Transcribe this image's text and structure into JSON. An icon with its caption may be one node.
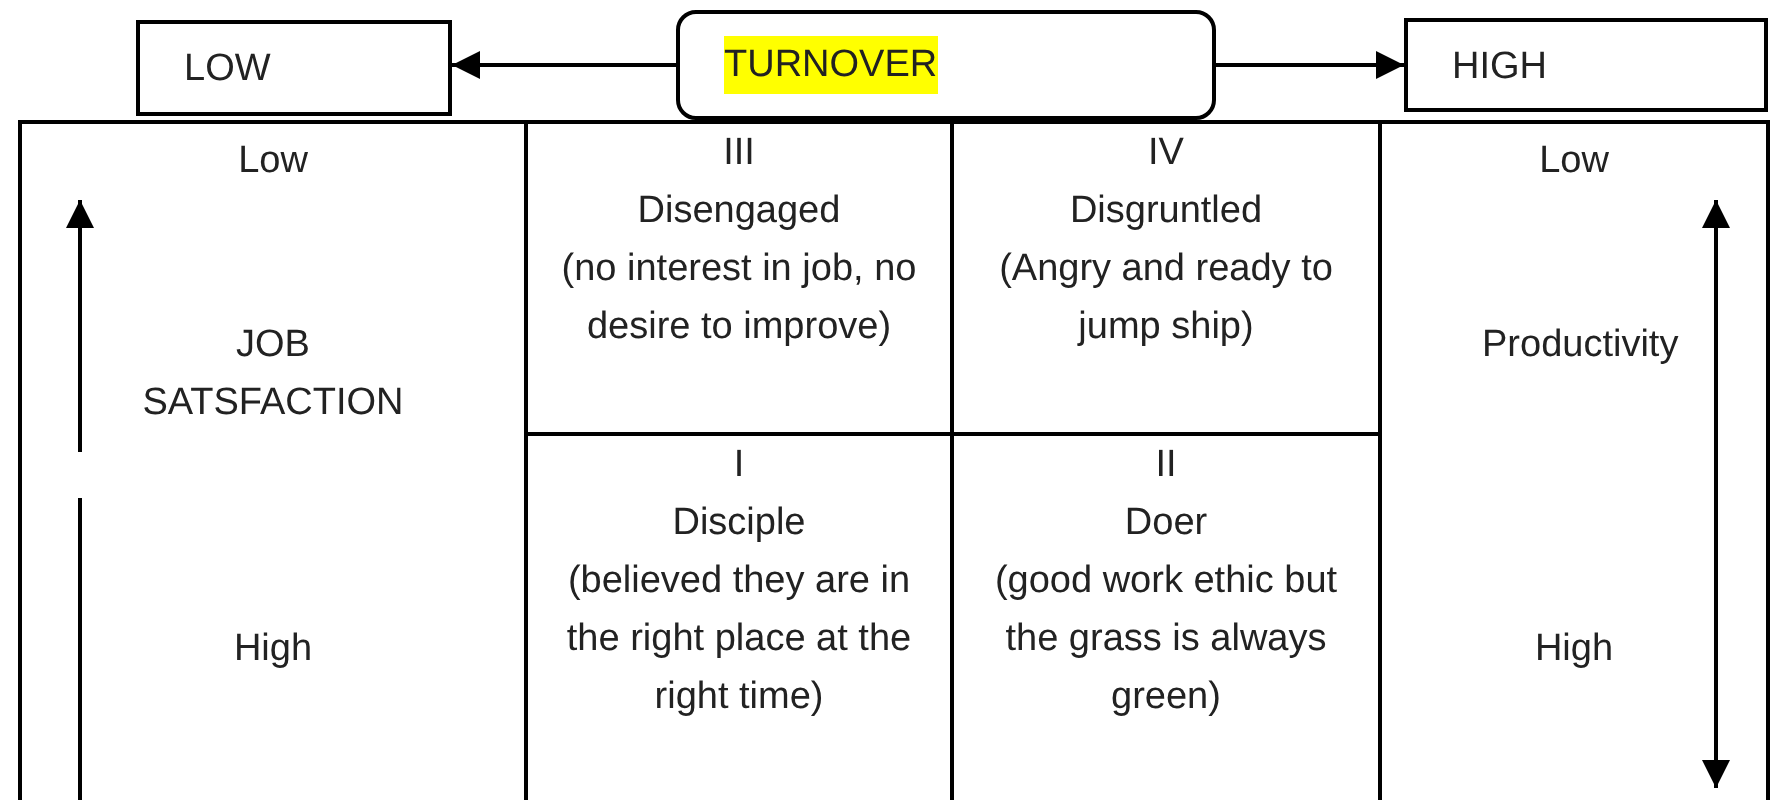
{
  "diagram": {
    "nodes": [
      {
        "text": [
          "LOW"
        ]
      },
      {
        "text": [
          "TURNOVER"
        ]
      },
      {
        "text": [
          "HIGH"
        ]
      },
      {
        "text": [
          "Low",
          "JOB SATSFACTION",
          "High"
        ]
      },
      {
        "text": [
          "III",
          "Disengaged",
          "(no interest in job, no desire to improve)"
        ]
      },
      {
        "text": [
          "IV",
          "Disgruntled",
          "(Angry and ready to jump ship)"
        ]
      },
      {
        "text": [
          "I",
          "Disciple",
          "(believed they are in the right place at the right time)"
        ]
      },
      {
        "text": [
          "II",
          "Doer",
          "(good work ethic but the grass is always green)"
        ]
      },
      {
        "text": [
          "Low",
          "Productivity",
          "High"
        ]
      }
    ],
    "edges": [
      {
        "from": 1,
        "to": 0,
        "arrow": "to"
      },
      {
        "from": 1,
        "to": 2,
        "arrow": "to"
      }
    ]
  }
}
